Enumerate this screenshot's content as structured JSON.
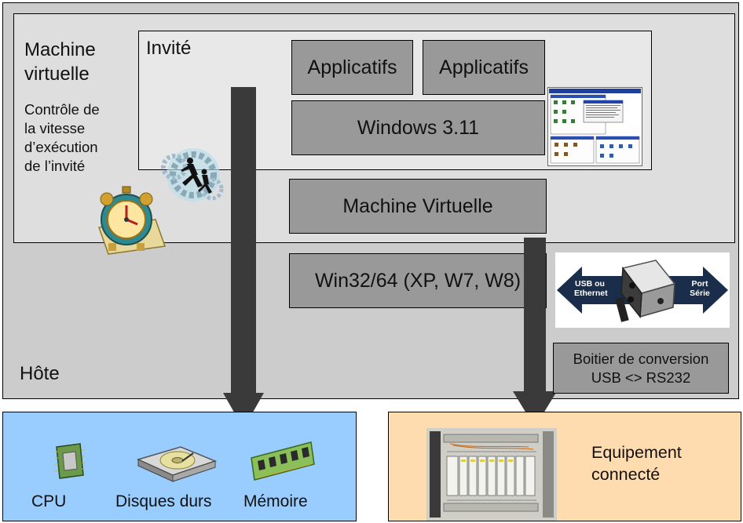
{
  "host": {
    "label": "Hôte"
  },
  "virtual_machine": {
    "label_line1": "Machine",
    "label_line2": "virtuelle",
    "speed_control_lines": [
      "Contrôle de",
      "la vitesse",
      "d’exécution",
      "de l’invité"
    ]
  },
  "guest": {
    "label": "Invité",
    "app1": "Applicatifs",
    "app2": "Applicatifs",
    "os": "Windows 3.11"
  },
  "vm_layer": {
    "label": "Machine Virtuelle"
  },
  "host_os": {
    "label": "Win32/64 (XP, W7, W8)"
  },
  "converter": {
    "left_arrow_line1": "USB ou",
    "left_arrow_line2": "Ethernet",
    "right_arrow_line1": "Port",
    "right_arrow_line2": "Série",
    "caption_line1": "Boitier de conversion",
    "caption_line2": "USB <> RS232"
  },
  "hardware": {
    "cpu": "CPU",
    "disks": "Disques durs",
    "memory": "Mémoire"
  },
  "equipment": {
    "line1": "Equipement",
    "line2": "connecté"
  },
  "colors": {
    "host_bg": "#cccccc",
    "vm_bg": "#dedede",
    "box_bg": "#999999",
    "hardware_bg": "#99ccff",
    "equipment_bg": "#ffdcb0",
    "arrow": "#3a3a3a"
  }
}
